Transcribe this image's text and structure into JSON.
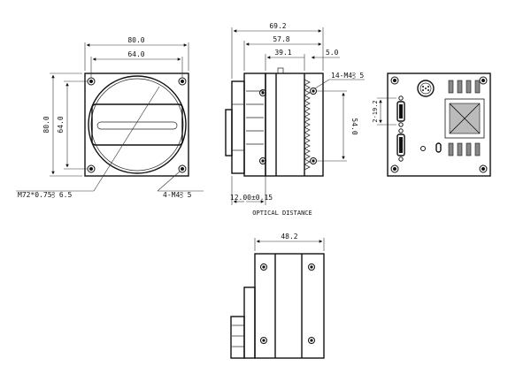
{
  "front_view": {
    "width_label": "80.0",
    "hole_spacing_h_label": "64.0",
    "height_label": "80.0",
    "hole_spacing_v_label": "64.0",
    "thread_callout": "M72*0.75⫖ 6.5",
    "holes_callout": "4-M4⫖ 5"
  },
  "side_view": {
    "overall_length_label": "69.2",
    "body_length_label": "57.8",
    "mid_length_label": "39.1",
    "offset_label": "5.0",
    "holes_callout": "14-M4⫖ 5",
    "hole_spacing_v_label": "54.0",
    "flange_label": "12.00±0.15",
    "optical_distance_label": "OPTICAL DISTANCE"
  },
  "rear_view": {
    "connector_spacing_label": "2-19.2"
  },
  "bottom_view": {
    "width_label": "48.2"
  }
}
